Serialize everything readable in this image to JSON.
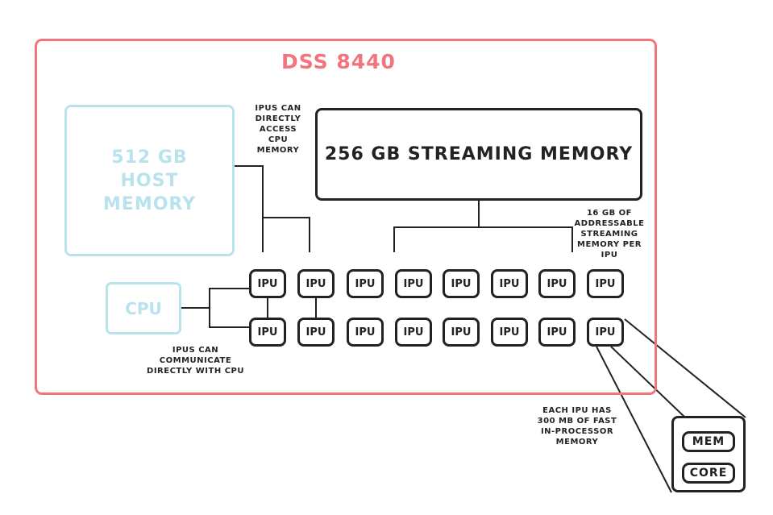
{
  "title": "DSS 8440",
  "host_memory": "512 GB\nHOST\nMEMORY",
  "cpu": "CPU",
  "streaming_memory": "256 GB STREAMING MEMORY",
  "ipu_label": "IPU",
  "notes": {
    "cpu_access": "IPUS CAN\nDIRECTLY\nACCESS\nCPU\nMEMORY",
    "addressable": "16 GB OF\nADDRESSABLE\nSTREAMING\nMEMORY PER\nIPU",
    "communicate": "IPUS CAN\nCOMMUNICATE\nDIRECTLY WITH CPU",
    "each_ipu": "EACH IPU HAS\n300 MB OF FAST\nIN-PROCESSOR\nMEMORY"
  },
  "zoom": {
    "mem": "MEM",
    "core": "CORE"
  },
  "colors": {
    "frame": "#f2747c",
    "host": "#b8e3ec",
    "ink": "#222222"
  }
}
